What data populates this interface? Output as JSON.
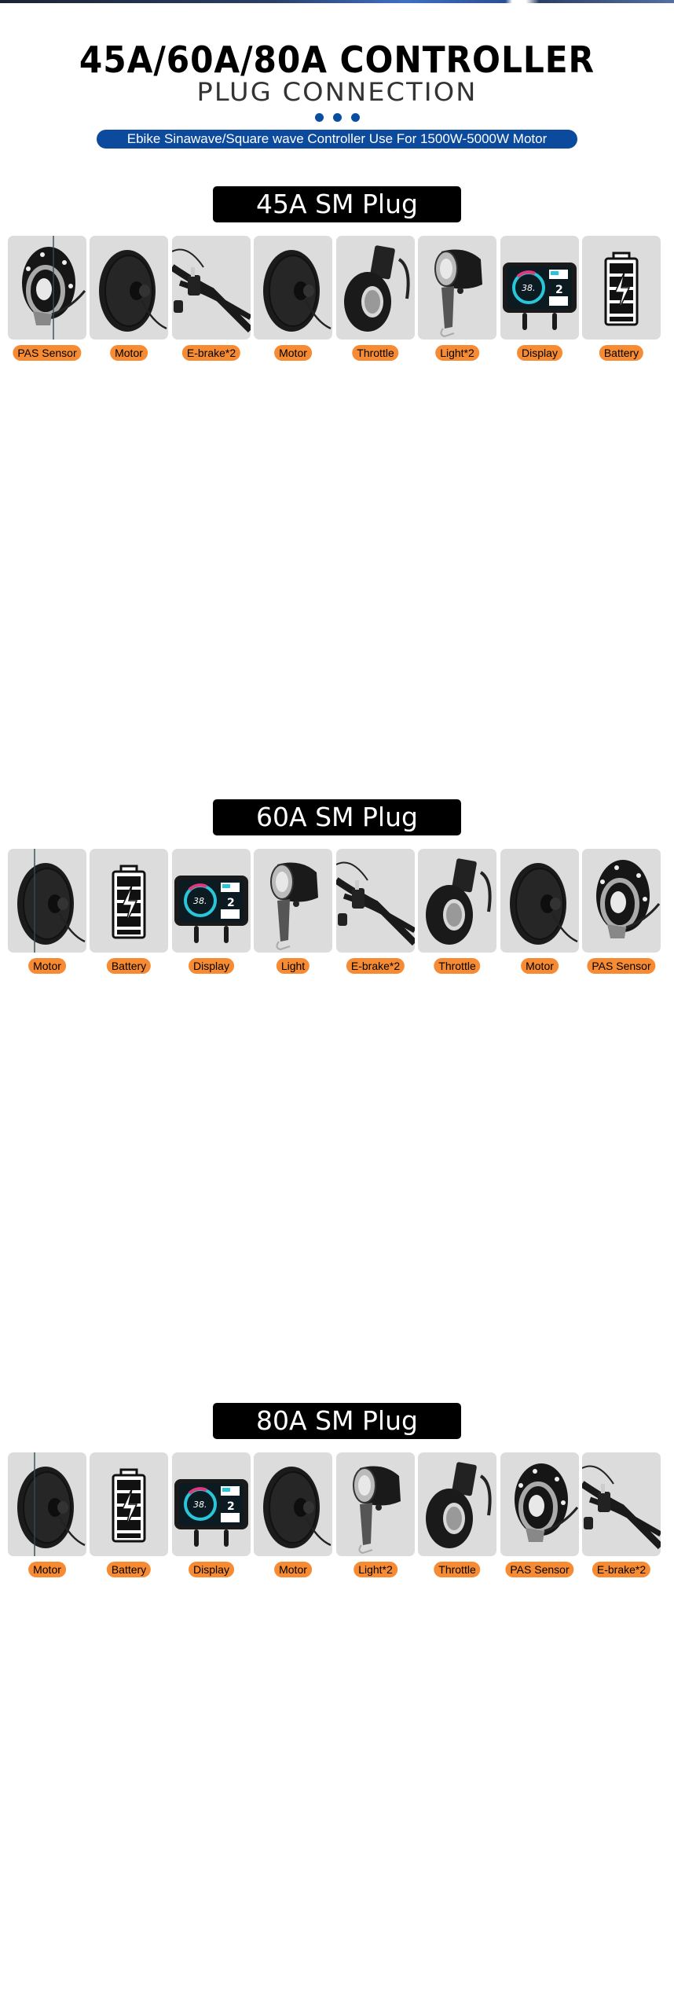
{
  "header": {
    "title": "45A/60A/80A CONTROLLER",
    "subtitle": "PLUG CONNECTION",
    "tagline": "Ebike Sinawave/Square wave Controller Use For 1500W-5000W Motor"
  },
  "colors": {
    "label_bg": "#f68b34",
    "tagline_bg": "#0b4a9c",
    "dot_color": "#0a4ea0",
    "title_badge_bg": "#000000",
    "leader_line": "#2f4f4f"
  },
  "sections": [
    {
      "title": "45A SM  Plug",
      "components": [
        {
          "label": "PAS Sensor",
          "icon": "pas-sensor-icon"
        },
        {
          "label": "Motor",
          "icon": "hub-motor-icon"
        },
        {
          "label": "E-brake*2",
          "icon": "brake-lever-icon"
        },
        {
          "label": "Motor",
          "icon": "hub-motor-icon"
        },
        {
          "label": "Throttle",
          "icon": "thumb-throttle-icon"
        },
        {
          "label": "Light*2",
          "icon": "headlight-icon"
        },
        {
          "label": "Display",
          "icon": "lcd-display-icon"
        },
        {
          "label": "Battery",
          "icon": "battery-icon"
        }
      ]
    },
    {
      "title": "60A SM  Plug",
      "components": [
        {
          "label": "Motor",
          "icon": "hub-motor-icon"
        },
        {
          "label": "Battery",
          "icon": "battery-icon"
        },
        {
          "label": "Display",
          "icon": "lcd-display-icon"
        },
        {
          "label": "Light",
          "icon": "headlight-icon"
        },
        {
          "label": "E-brake*2",
          "icon": "brake-lever-icon"
        },
        {
          "label": "Throttle",
          "icon": "thumb-throttle-icon"
        },
        {
          "label": "Motor",
          "icon": "hub-motor-icon"
        },
        {
          "label": "PAS Sensor",
          "icon": "pas-sensor-icon"
        }
      ]
    },
    {
      "title": "80A SM  Plug",
      "components": [
        {
          "label": "Motor",
          "icon": "hub-motor-icon"
        },
        {
          "label": "Battery",
          "icon": "battery-icon"
        },
        {
          "label": "Display",
          "icon": "lcd-display-icon"
        },
        {
          "label": "Motor",
          "icon": "hub-motor-icon"
        },
        {
          "label": "Light*2",
          "icon": "headlight-icon"
        },
        {
          "label": "Throttle",
          "icon": "thumb-throttle-icon"
        },
        {
          "label": "PAS Sensor",
          "icon": "pas-sensor-icon"
        },
        {
          "label": "E-brake*2",
          "icon": "brake-lever-icon"
        }
      ]
    }
  ],
  "display_readout": {
    "speed": "38.",
    "level": "2"
  }
}
